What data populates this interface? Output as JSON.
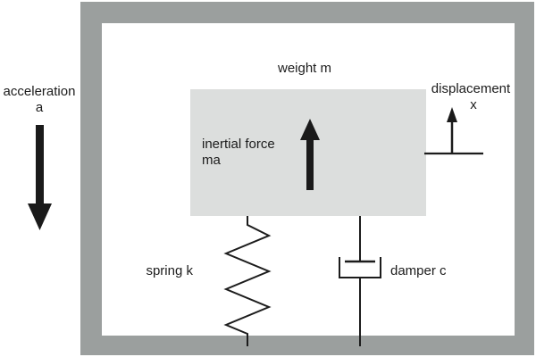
{
  "diagram": {
    "labels": {
      "acceleration_line1": "acceleration",
      "acceleration_line2": "a",
      "weight": "weight m",
      "inertial_line1": "inertial force",
      "inertial_line2": "ma",
      "displacement_line1": "displacement",
      "displacement_line2": "x",
      "spring": "spring k",
      "damper": "damper c"
    },
    "colors": {
      "frame": "#9b9f9e",
      "mass_fill": "#dcdedd",
      "arrow": "#1a1a1a",
      "stroke": "#1c1c1c",
      "background": "#ffffff"
    }
  }
}
